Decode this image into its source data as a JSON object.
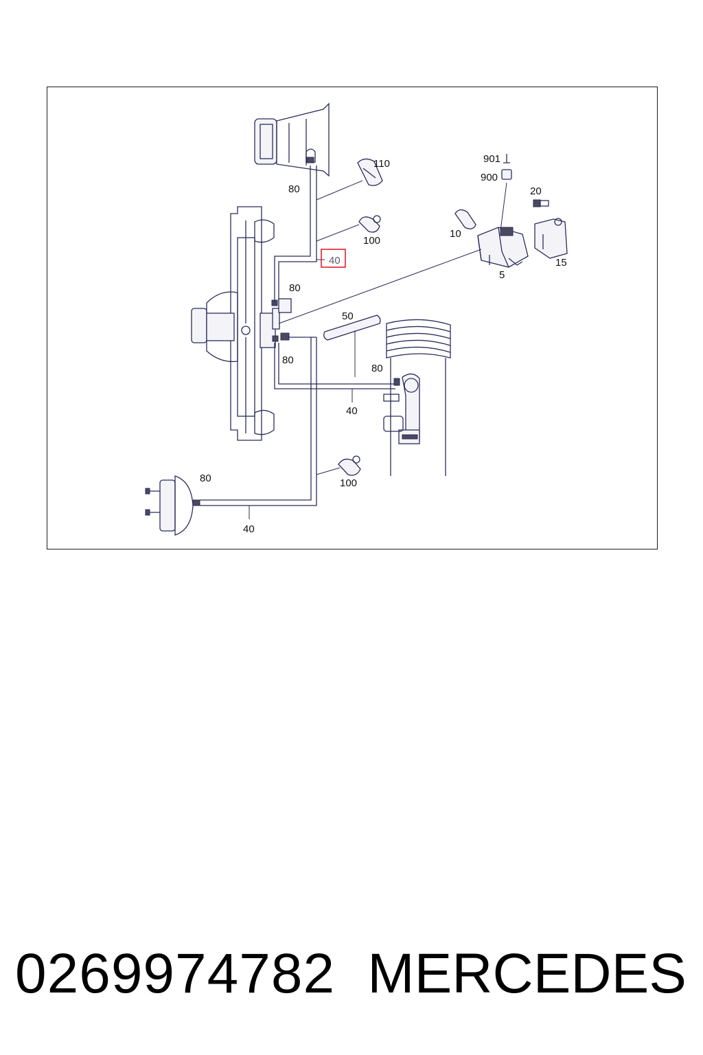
{
  "diagram": {
    "callouts": [
      {
        "id": "c80a",
        "text": "80"
      },
      {
        "id": "c110",
        "text": "110"
      },
      {
        "id": "c100a",
        "text": "100"
      },
      {
        "id": "c40sel",
        "text": "40",
        "highlighted": true
      },
      {
        "id": "c80b",
        "text": "80"
      },
      {
        "id": "c80c",
        "text": "80"
      },
      {
        "id": "c50",
        "text": "50"
      },
      {
        "id": "c80d",
        "text": "80"
      },
      {
        "id": "c40b",
        "text": "40"
      },
      {
        "id": "c100b",
        "text": "100"
      },
      {
        "id": "c80e",
        "text": "80"
      },
      {
        "id": "c40c",
        "text": "40"
      },
      {
        "id": "c901",
        "text": "901"
      },
      {
        "id": "c900",
        "text": "900"
      },
      {
        "id": "c20",
        "text": "20"
      },
      {
        "id": "c10",
        "text": "10"
      },
      {
        "id": "c5",
        "text": "5"
      },
      {
        "id": "c15",
        "text": "15"
      }
    ],
    "highlight_color": "#e0202a",
    "line_color": "#2b2b5a"
  },
  "footer": {
    "part_number": "0269974782",
    "brand": "MERCEDES"
  }
}
